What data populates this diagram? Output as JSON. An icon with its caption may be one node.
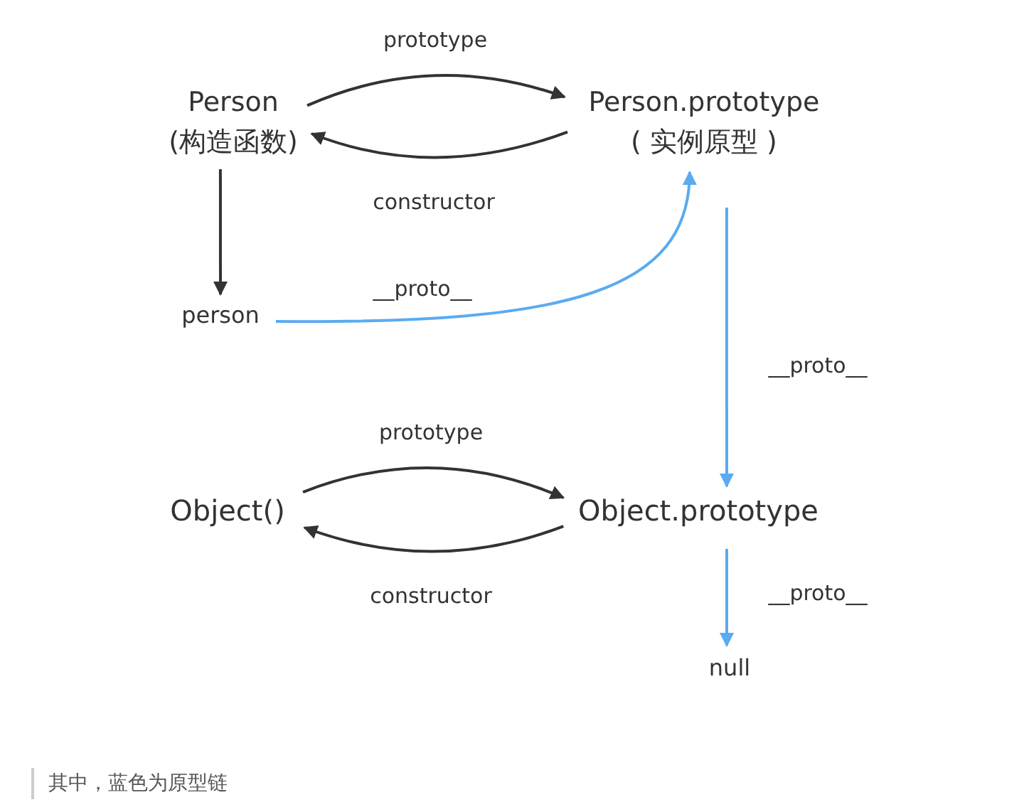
{
  "diagram": {
    "caption": "其中，蓝色为原型链",
    "nodes": [
      {
        "text": [
          "Person",
          "(构造函数)"
        ]
      },
      {
        "text": [
          "Person.prototype",
          "( 实例原型 )"
        ]
      },
      {
        "text": [
          "person"
        ]
      },
      {
        "text": [
          "Object()"
        ]
      },
      {
        "text": [
          "Object.prototype"
        ]
      },
      {
        "text": [
          "null"
        ]
      }
    ],
    "edges": [
      {
        "from": 0,
        "to": 1,
        "arrow": "to",
        "label": "prototype"
      },
      {
        "from": 1,
        "to": 0,
        "arrow": "to",
        "label": "constructor"
      },
      {
        "from": 0,
        "to": 2,
        "arrow": "to"
      },
      {
        "from": 2,
        "to": 1,
        "arrow": "to",
        "label": "__proto__",
        "color": "#5aabf0"
      },
      {
        "from": 1,
        "to": 4,
        "arrow": "to",
        "label": "__proto__",
        "color": "#5aabf0"
      },
      {
        "from": 3,
        "to": 4,
        "arrow": "to",
        "label": "prototype"
      },
      {
        "from": 4,
        "to": 3,
        "arrow": "to",
        "label": "constructor"
      },
      {
        "from": 4,
        "to": 5,
        "arrow": "to",
        "label": "__proto__",
        "color": "#5aabf0"
      }
    ]
  }
}
